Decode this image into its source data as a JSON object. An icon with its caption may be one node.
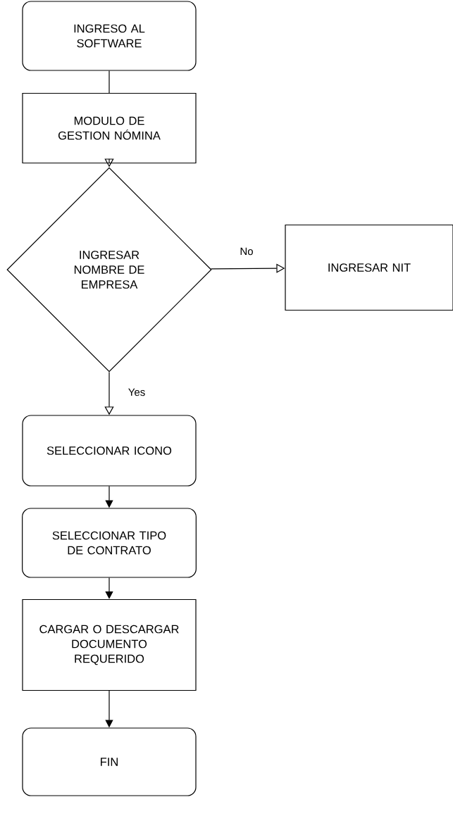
{
  "diagram": {
    "nodes": [
      {
        "text": [
          "INGRESO AL SOFTWARE"
        ]
      },
      {
        "text": [
          "MODULO DE GESTION NÓMINA"
        ]
      },
      {
        "text": [
          "INGRESAR NOMBRE DE EMPRESA"
        ]
      },
      {
        "text": [
          "INGRESAR NIT"
        ]
      },
      {
        "text": [
          "SELECCIONAR ICONO"
        ]
      },
      {
        "text": [
          "SELECCIONAR TIPO DE CONTRATO"
        ]
      },
      {
        "text": [
          "CARGAR O DESCARGAR DOCUMENTO REQUERIDO"
        ]
      },
      {
        "text": [
          "FIN"
        ]
      }
    ],
    "edges": [
      {
        "from": 0,
        "to": 1,
        "arrow": "none"
      },
      {
        "from": 1,
        "to": 2,
        "arrow": "to"
      },
      {
        "from": 2,
        "to": 3,
        "arrow": "to",
        "label": "No"
      },
      {
        "from": 2,
        "to": 4,
        "arrow": "to",
        "label": "Yes"
      },
      {
        "from": 4,
        "to": 5,
        "arrow": "to"
      },
      {
        "from": 5,
        "to": 6,
        "arrow": "to"
      },
      {
        "from": 6,
        "to": 7,
        "arrow": "to"
      }
    ]
  }
}
